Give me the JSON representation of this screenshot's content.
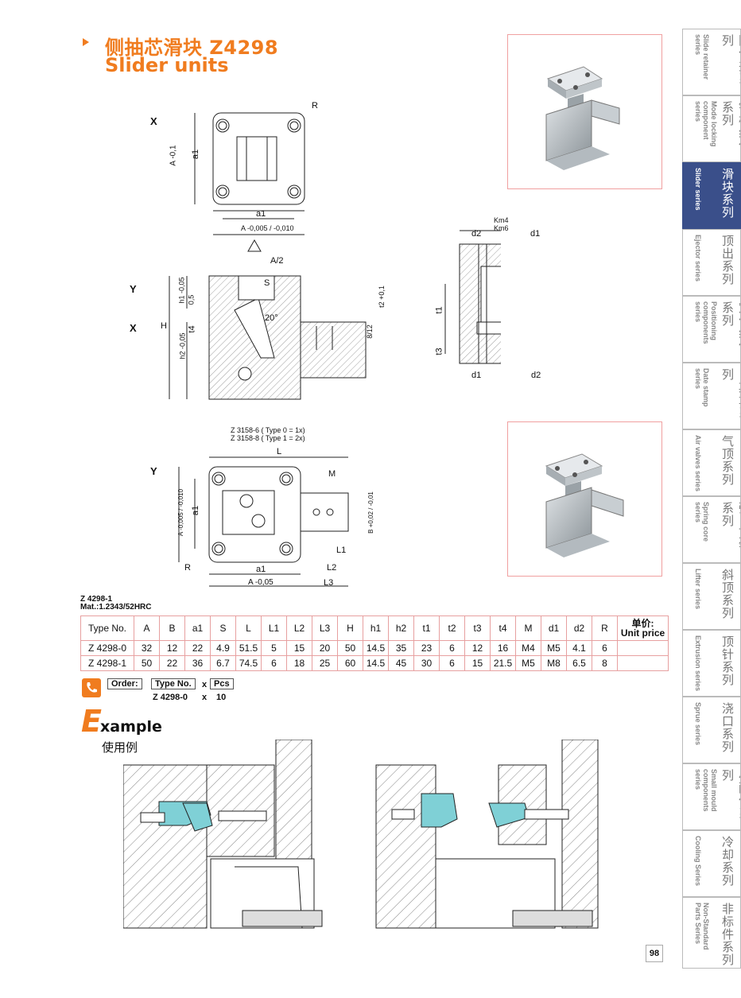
{
  "header": {
    "title_cn": "侧抽芯滑块 Z4298",
    "title_en": "Slider units"
  },
  "drawing": {
    "view_x": "X",
    "view_y_x_top": "Y",
    "view_y_x_bottom": "X",
    "view_y": "Y",
    "labels": {
      "R": "R",
      "a1": "a1",
      "A_tol1": "A -0,1",
      "A_tol2": "A -0,005 / -0,010",
      "A_half": "A/2",
      "S": "S",
      "h1": "h1 -0,05",
      "v05": "0,5",
      "H": "H",
      "t4": "t4",
      "h2": "h2 -0,05",
      "deg20": "20°",
      "t2": "t2 +0,1",
      "v812": "8/12",
      "z3158_6": "Z 3158-6 ( Type 0 = 1x)",
      "z3158_8": "Z 3158-8 ( Type 1 = 2x)",
      "km4": "Km4",
      "km6": "Km6",
      "d1": "d1",
      "d2": "d2",
      "t1": "t1",
      "t3": "t3",
      "L": "L",
      "M": "M",
      "B_tol": "B +0,02 / -0,01",
      "A_tol3": "A -0,005 / -0,010",
      "L1": "L1",
      "L2": "L2",
      "L3": "L3",
      "A_tol4": "A -0,05"
    }
  },
  "material": {
    "model": "Z 4298-1",
    "mat": "Mat.:1.2343/52HRC"
  },
  "table": {
    "headers": [
      "Type No.",
      "A",
      "B",
      "a1",
      "S",
      "L",
      "L1",
      "L2",
      "L3",
      "H",
      "h1",
      "h2",
      "t1",
      "t2",
      "t3",
      "t4",
      "M",
      "d1",
      "d2",
      "R"
    ],
    "price_cn": "单价:",
    "price_en": "Unit price",
    "rows": [
      [
        "Z 4298-0",
        "32",
        "12",
        "22",
        "4.9",
        "51.5",
        "5",
        "15",
        "20",
        "50",
        "14.5",
        "35",
        "23",
        "6",
        "12",
        "16",
        "M4",
        "M5",
        "4.1",
        "6",
        ""
      ],
      [
        "Z 4298-1",
        "50",
        "22",
        "36",
        "6.7",
        "74.5",
        "6",
        "18",
        "25",
        "60",
        "14.5",
        "45",
        "30",
        "6",
        "15",
        "21.5",
        "M5",
        "M8",
        "6.5",
        "8",
        ""
      ]
    ]
  },
  "order": {
    "label": "Order:",
    "type_label": "Type No.",
    "x1": "x",
    "pcs": "Pcs",
    "example_type": "Z 4298-0",
    "x2": "x",
    "example_qty": "10"
  },
  "example": {
    "E": "E",
    "rest": "xample",
    "cn": "使用例"
  },
  "sidebar": {
    "items": [
      {
        "cn": "限位夹系列",
        "en": "Slide retainer series"
      },
      {
        "cn": "锁模组件系列",
        "en": "Mode locking component series"
      },
      {
        "cn": "滑块系列",
        "en": "Slider series"
      },
      {
        "cn": "顶出系列",
        "en": "Ejector series"
      },
      {
        "cn": "定位组件系列",
        "en": "Positioning components series"
      },
      {
        "cn": "日期章系列",
        "en": "Date stamp series"
      },
      {
        "cn": "气顶系列",
        "en": "Air valves series"
      },
      {
        "cn": "弹弓顶针系列",
        "en": "Spring core series"
      },
      {
        "cn": "斜顶系列",
        "en": "Lifter series"
      },
      {
        "cn": "顶针系列",
        "en": "Extrusion series"
      },
      {
        "cn": "浇口系列",
        "en": "Sprue series"
      },
      {
        "cn": "小配件系列",
        "en": "Small mould components series"
      },
      {
        "cn": "冷却系列",
        "en": "Cooling Series"
      },
      {
        "cn": "非标件系列",
        "en": "Non-Standard Parts Series"
      }
    ],
    "active_index": 2
  },
  "page_number": "98",
  "colors": {
    "accent": "#f07c1f",
    "sidebar_active": "#3a4f8a",
    "table_border": "#e7a0a0",
    "highlight_part": "#7fd0d6"
  }
}
